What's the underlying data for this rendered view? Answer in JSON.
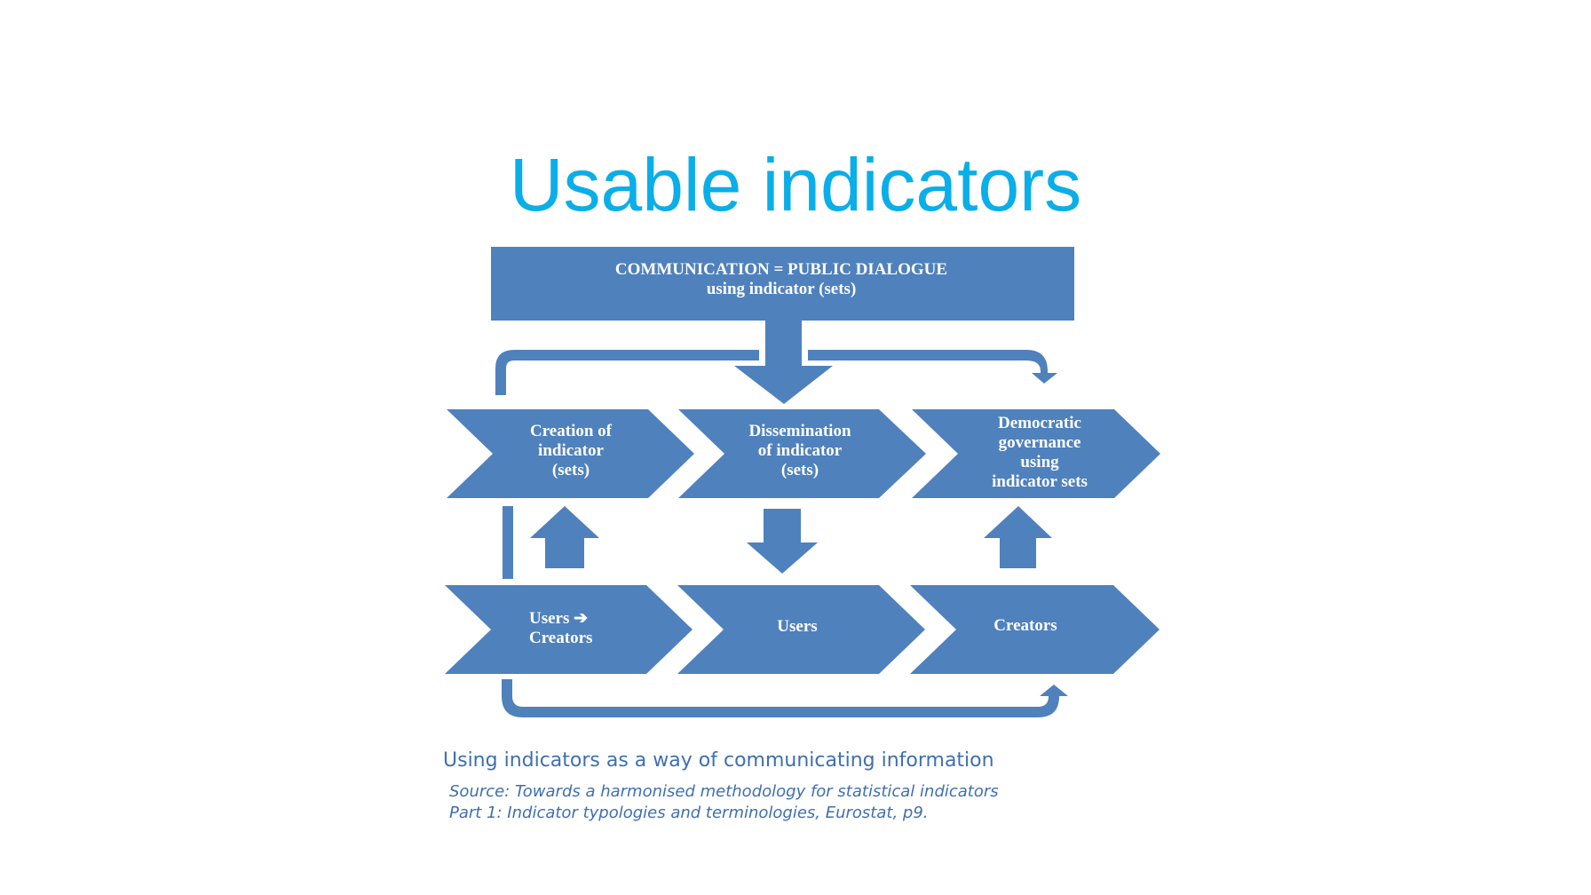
{
  "slide": {
    "title": "Usable indicators"
  },
  "diagram": {
    "top_box": {
      "line1": "COMMUNICATION = PUBLIC DIALOGUE",
      "line2": "using indicator (sets)"
    },
    "process_chevrons": [
      {
        "lines": [
          "Creation of",
          "indicator",
          "(sets)"
        ]
      },
      {
        "lines": [
          "Dissemination",
          "of indicator",
          "(sets)"
        ]
      },
      {
        "lines": [
          "Democratic",
          "governance",
          "using",
          "indicator sets"
        ]
      }
    ],
    "actor_chevrons": [
      {
        "lines": [
          "Users ➔",
          "Creators"
        ]
      },
      {
        "lines": [
          "Users"
        ]
      },
      {
        "lines": [
          "Creators"
        ]
      }
    ],
    "colors": {
      "shape_fill": "#4f81bd",
      "title": "#0aaee8",
      "caption": "#3f6fb0"
    }
  },
  "caption": "Using indicators as a way of communicating information",
  "source": {
    "line1": "Source: Towards a harmonised methodology for statistical indicators",
    "line2": "Part 1: Indicator typologies and terminologies, Eurostat, p9."
  }
}
